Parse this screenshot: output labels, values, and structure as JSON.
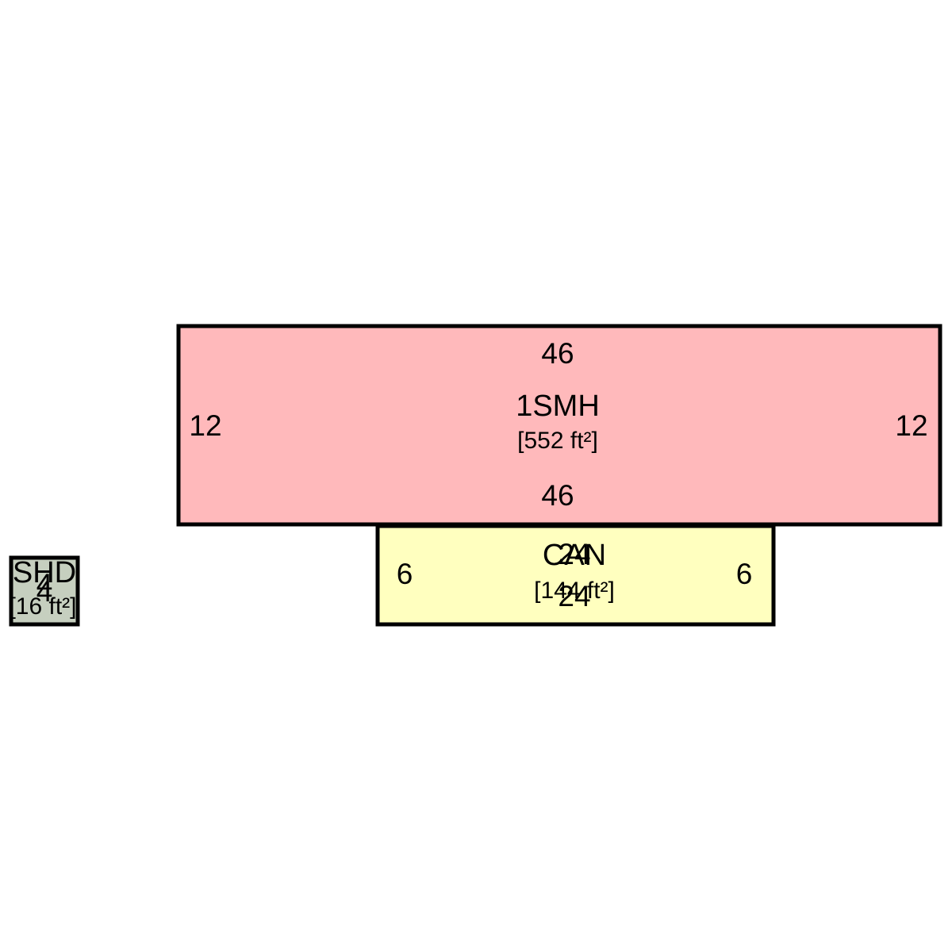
{
  "sketch": {
    "main": {
      "code": "1SMH",
      "area": "[552 ft²]",
      "dims": {
        "top": "46",
        "bottom": "46",
        "left": "12",
        "right": "12"
      },
      "fill": "#ffb9bb"
    },
    "canopy": {
      "code": "CAN",
      "area": "[144 ft²]",
      "dims": {
        "top": "24",
        "bottom": "24",
        "left": "6",
        "right": "6"
      },
      "fill": "#ffffbf"
    },
    "shed": {
      "code": "SHD",
      "area": "[16 ft²]",
      "dims": {
        "top": "4",
        "bottom": "4"
      },
      "fill": "#c6cfbf"
    }
  }
}
